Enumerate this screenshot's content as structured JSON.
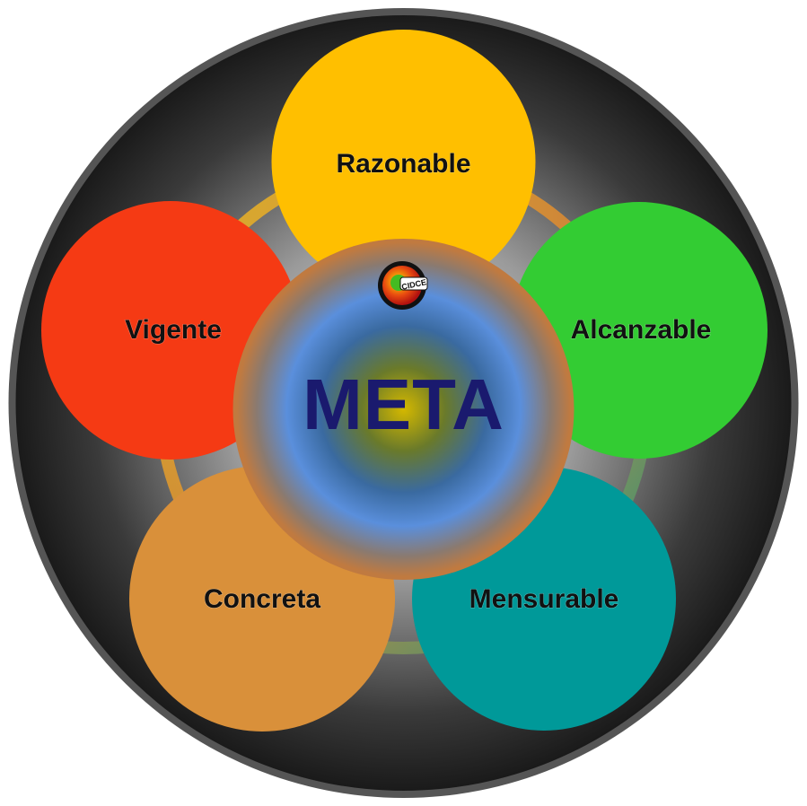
{
  "center": {
    "label": "META",
    "logo_text": "CIDCE"
  },
  "petals": [
    {
      "label": "Razonable"
    },
    {
      "label": "Alcanzable"
    },
    {
      "label": "Mensurable"
    },
    {
      "label": "Concreta"
    },
    {
      "label": "Vigente"
    }
  ],
  "colors": {
    "razonable": "#FFBF00",
    "alcanzable": "#33CC33",
    "mensurable": "#009999",
    "concreta": "#D9903A",
    "vigente": "#F53A14",
    "center_text": "#1A1A6E"
  }
}
